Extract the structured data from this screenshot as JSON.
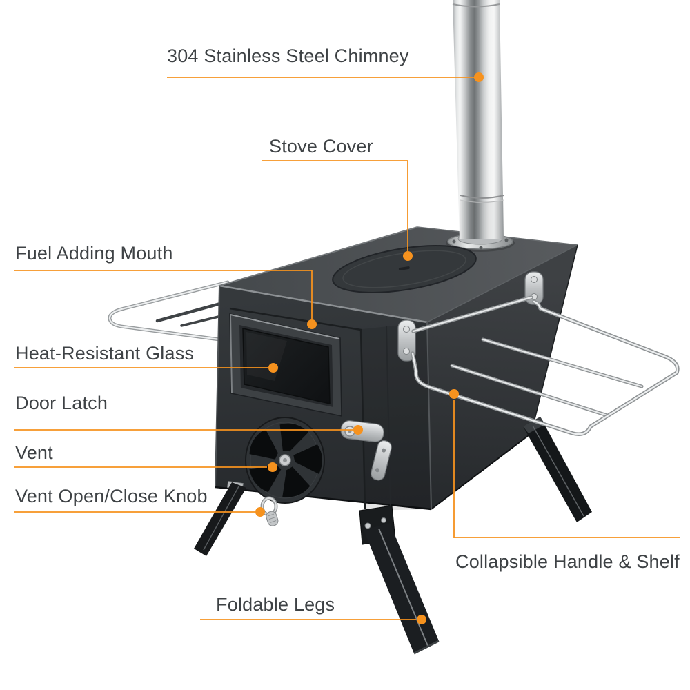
{
  "diagram": {
    "background_color": "#ffffff",
    "accent_color": "#f6921e",
    "label_text_color": "#3e4245"
  },
  "labels": {
    "chimney": "304 Stainless Steel Chimney",
    "stove_cover": "Stove Cover",
    "fuel_adding_mouth": "Fuel Adding Mouth",
    "heat_resistant_glass": "Heat-Resistant Glass",
    "door_latch": "Door Latch",
    "vent": "Vent",
    "vent_knob": "Vent Open/Close Knob",
    "collapsible_handle_shelf": "Collapsible Handle & Shelf",
    "foldable_legs": "Foldable Legs"
  }
}
